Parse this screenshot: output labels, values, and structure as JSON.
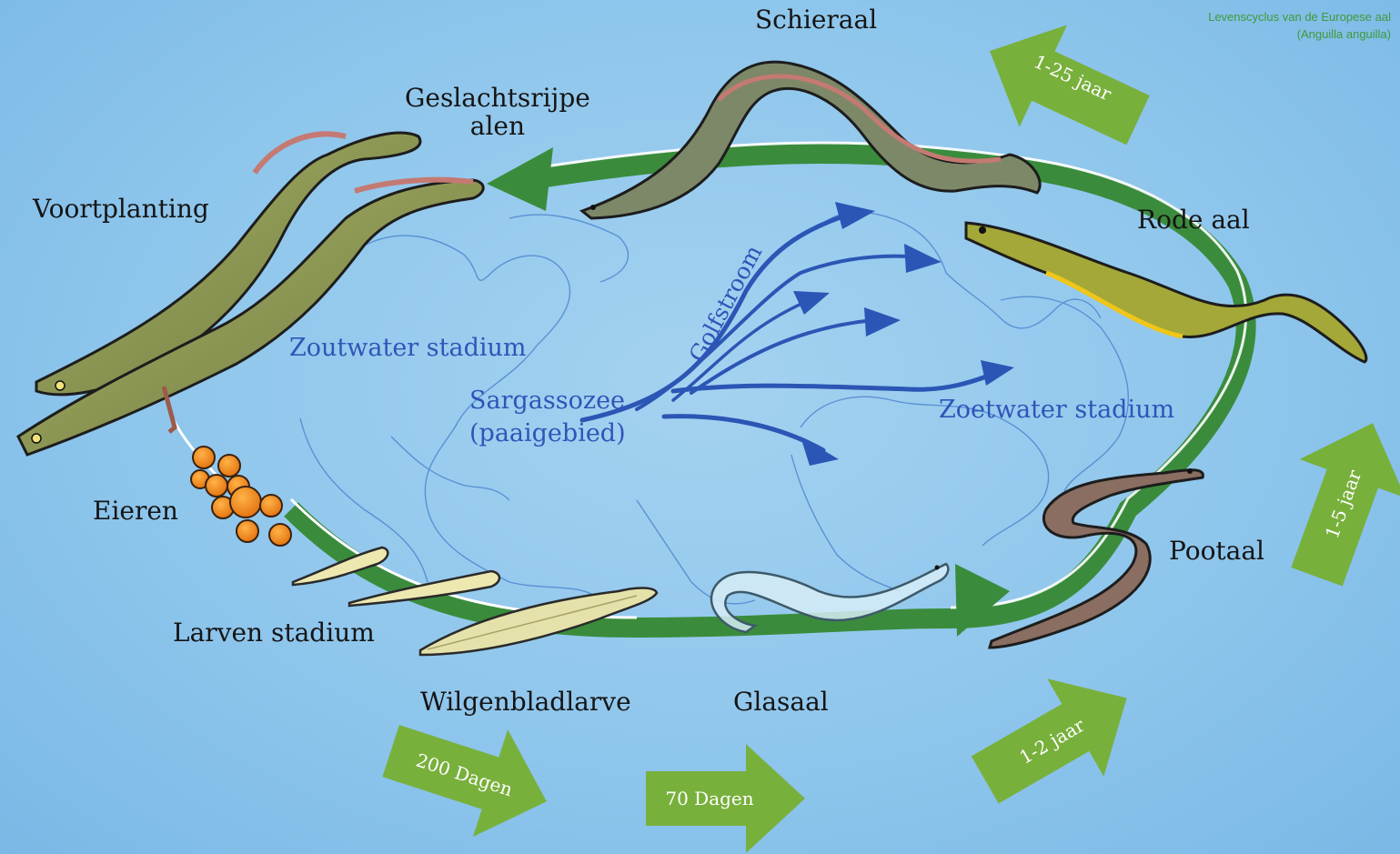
{
  "credit": {
    "line1": "Levenscyclus van de Europese aal",
    "line2": "(Anguilla anguilla)"
  },
  "stages": {
    "schieraal": "Schieraal",
    "geslachtsrijpe_line1": "Geslachtsrijpe",
    "geslachtsrijpe_line2": "alen",
    "voortplanting": "Voortplanting",
    "rode_aal": "Rode aal",
    "eieren": "Eieren",
    "larven": "Larven stadium",
    "wilgenbladlarve": "Wilgenbladlarve",
    "glasaal": "Glasaal",
    "pootaal": "Pootaal"
  },
  "regions": {
    "zoutwater": "Zoutwater stadium",
    "zoetwater": "Zoetwater stadium",
    "sargasso_line1": "Sargassozee",
    "sargasso_line2": "(paaigebied)",
    "golfstroom": "Golfstroom"
  },
  "durations": {
    "d200": "200 Dagen",
    "d70": "70 Dagen",
    "j1_2": "1-2 jaar",
    "j1_5": "1-5 jaar",
    "j1_25": "1-25 jaar"
  },
  "colors": {
    "ocean": "#8fc6ec",
    "cycle_arrow": "#3a8c3c",
    "duration_arrow": "#78b03c",
    "current": "#2b56b5",
    "egg": "#f08a1c"
  }
}
